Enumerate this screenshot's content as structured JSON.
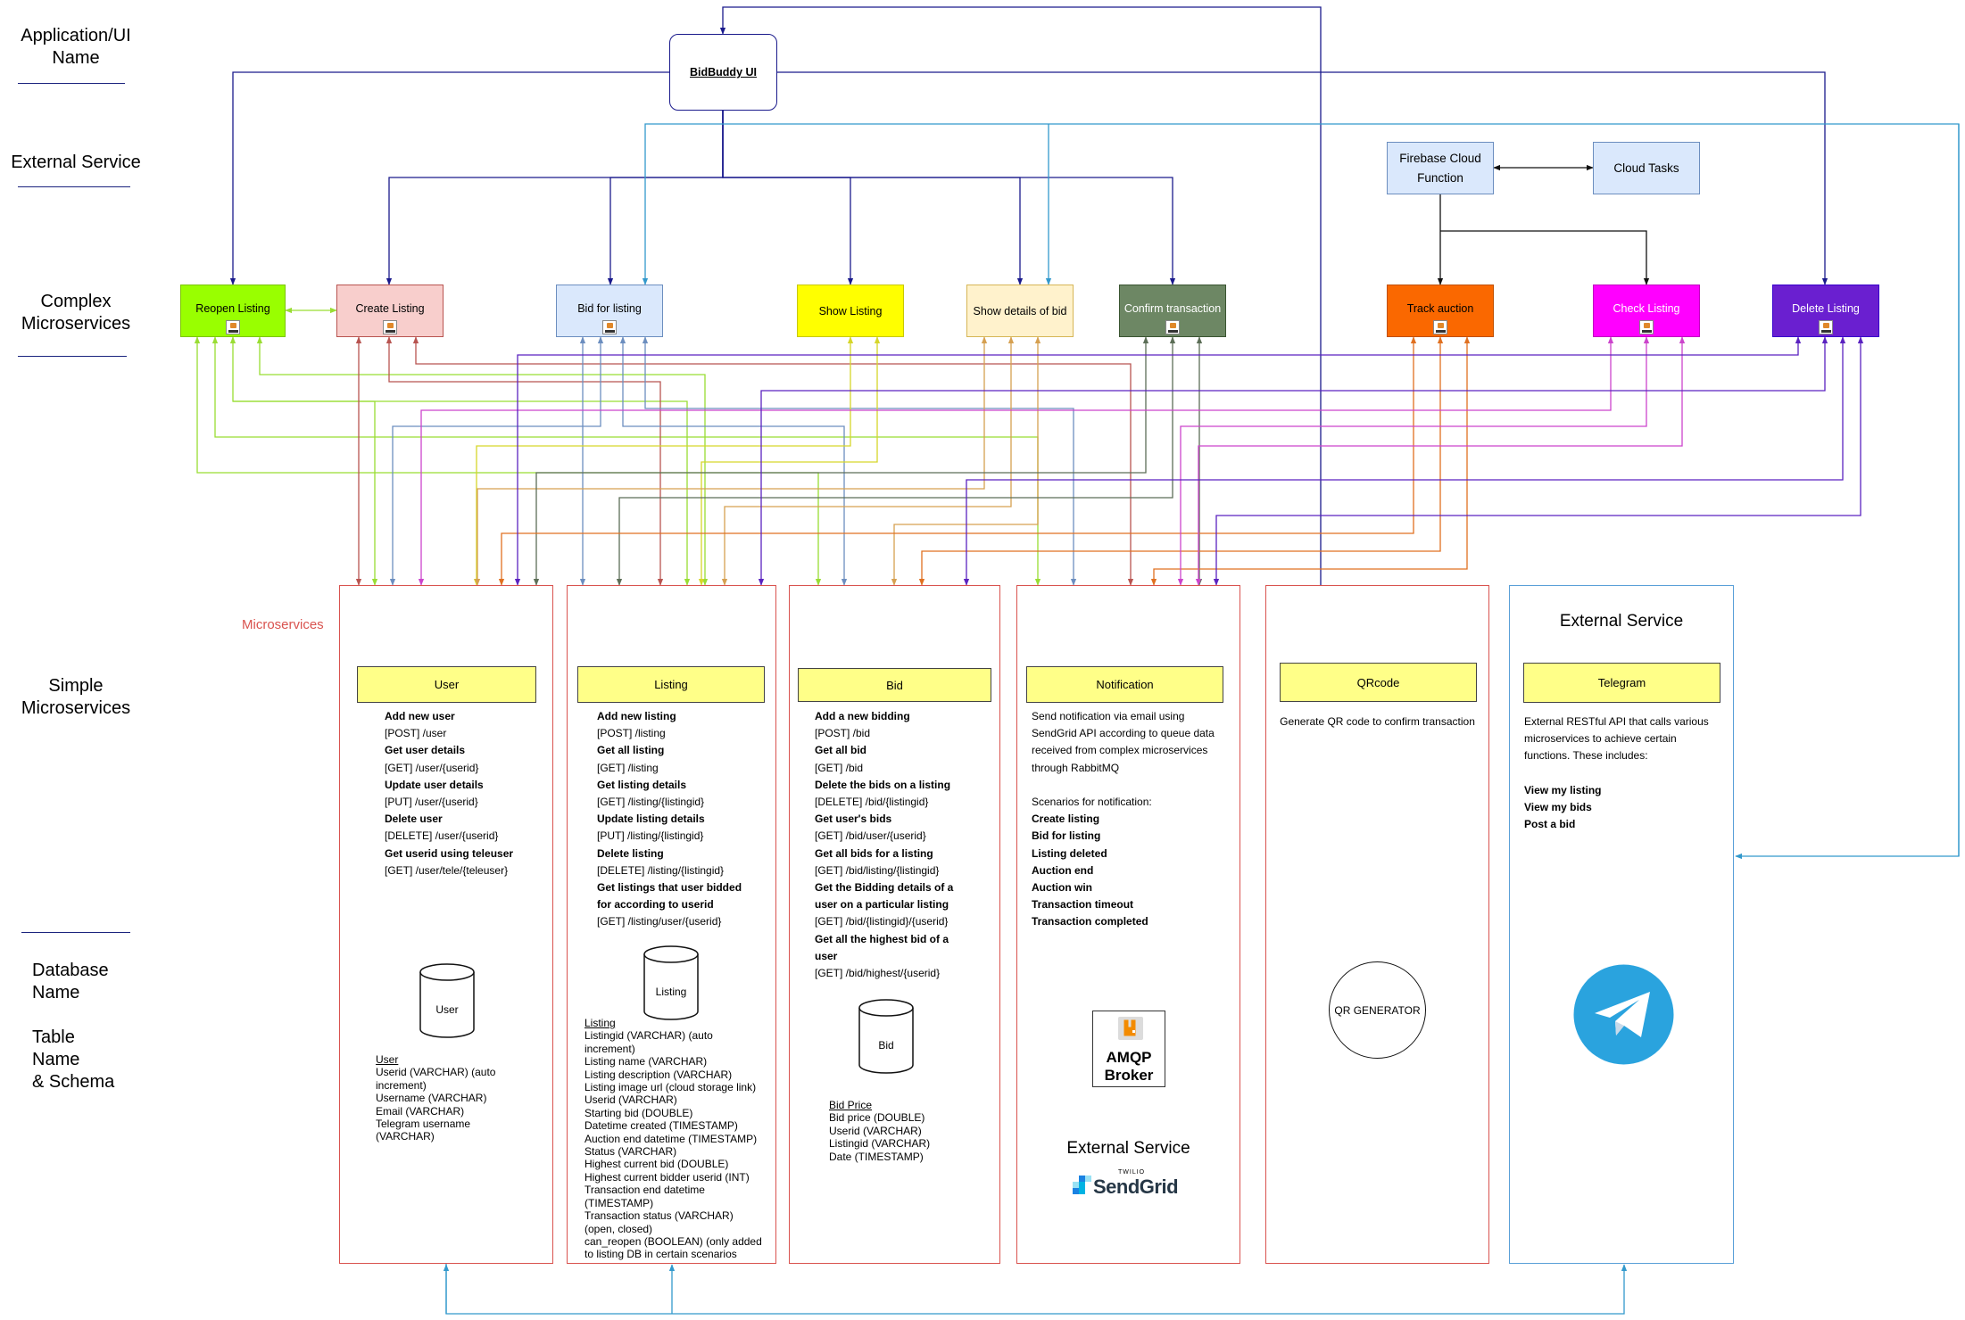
{
  "side_labels": {
    "app": "Application/UI\nName",
    "external": "External Service",
    "complex": "Complex\nMicroservices",
    "simple": "Simple\nMicroservices",
    "database": "Database\nName\n\nTable\nName\n& Schema"
  },
  "ui": {
    "name": "BidBuddy UI"
  },
  "external_services": {
    "firebase": "Firebase Cloud Function",
    "cloud_tasks": "Cloud Tasks"
  },
  "complex_microservices": [
    {
      "name": "Reopen Listing",
      "color": "#99ff00"
    },
    {
      "name": "Create Listing",
      "color": "#f8cecc"
    },
    {
      "name": "Bid for listing",
      "color": "#dae8fc"
    },
    {
      "name": "Show Listing",
      "color": "#ffff00"
    },
    {
      "name": "Show details of bid",
      "color": "#fff2cc"
    },
    {
      "name": "Confirm transaction",
      "color": "#6d8764"
    },
    {
      "name": "Track auction",
      "color": "#fa6800"
    },
    {
      "name": "Check Listing",
      "color": "#ff00ff"
    },
    {
      "name": "Delete Listing",
      "color": "#6a1fd0"
    }
  ],
  "microservices_label": "Microservices",
  "simple_microservices": {
    "user": {
      "title": "User",
      "endpoints": [
        {
          "text": "Add new user",
          "bold": true
        },
        {
          "text": "[POST] /user",
          "bold": false
        },
        {
          "text": "Get user details",
          "bold": true
        },
        {
          "text": "[GET] /user/{userid}",
          "bold": false
        },
        {
          "text": "Update user details",
          "bold": true
        },
        {
          "text": "[PUT] /user/{userid}",
          "bold": false
        },
        {
          "text": "Delete user",
          "bold": true
        },
        {
          "text": "[DELETE] /user/{userid}",
          "bold": false
        },
        {
          "text": "Get userid using teleuser",
          "bold": true
        },
        {
          "text": "[GET] /user/tele/{teleuser}",
          "bold": false
        }
      ],
      "db": "User",
      "table": "User",
      "schema": [
        "Userid (VARCHAR) (auto",
        "increment)",
        "Username (VARCHAR)",
        "Email (VARCHAR)",
        "Telegram username",
        "(VARCHAR)"
      ]
    },
    "listing": {
      "title": "Listing",
      "endpoints": [
        {
          "text": "Add new listing",
          "bold": true
        },
        {
          "text": "[POST] /listing",
          "bold": false
        },
        {
          "text": "Get all listing",
          "bold": true
        },
        {
          "text": "[GET] /listing",
          "bold": false
        },
        {
          "text": "Get listing details",
          "bold": true
        },
        {
          "text": "[GET] /listing/{listingid}",
          "bold": false
        },
        {
          "text": "Update listing details",
          "bold": true
        },
        {
          "text": "[PUT] /listing/{listingid}",
          "bold": false
        },
        {
          "text": "Delete listing",
          "bold": true
        },
        {
          "text": "[DELETE] /listing/{listingid}",
          "bold": false
        },
        {
          "text": "Get listings that user bidded",
          "bold": true
        },
        {
          "text": "for according to userid",
          "bold": true
        },
        {
          "text": "[GET] /listing/user/{userid}",
          "bold": false
        }
      ],
      "db": "Listing",
      "table": "Listing",
      "schema": [
        "Listingid (VARCHAR) (auto",
        "increment)",
        "Listing name (VARCHAR)",
        "Listing description (VARCHAR)",
        "Listing image url (cloud storage link)",
        "Userid (VARCHAR)",
        "Starting bid (DOUBLE)",
        "Datetime created (TIMESTAMP)",
        "Auction end datetime (TIMESTAMP)",
        "Status (VARCHAR)",
        "Highest current bid (DOUBLE)",
        "Highest current bidder userid (INT)",
        "Transaction end datetime",
        "(TIMESTAMP)",
        "Transaction status (VARCHAR)",
        "(open, closed)",
        "can_reopen (BOOLEAN) (only added",
        "to listing DB in certain scenarios"
      ]
    },
    "bid": {
      "title": "Bid",
      "endpoints": [
        {
          "text": "Add a new bidding",
          "bold": true
        },
        {
          "text": "[POST] /bid",
          "bold": false
        },
        {
          "text": "Get all bid",
          "bold": true
        },
        {
          "text": "[GET] /bid",
          "bold": false
        },
        {
          "text": "Delete the bids on a listing",
          "bold": true
        },
        {
          "text": "[DELETE] /bid/{listingid}",
          "bold": false
        },
        {
          "text": "Get user's bids",
          "bold": true
        },
        {
          "text": "[GET] /bid/user/{userid}",
          "bold": false
        },
        {
          "text": "Get all bids for a listing",
          "bold": true
        },
        {
          "text": "[GET] /bid/listing/{listingid}",
          "bold": false
        },
        {
          "text": "Get the Bidding details of a",
          "bold": true
        },
        {
          "text": "user on a particular listing",
          "bold": true
        },
        {
          "text": "[GET] /bid/{listingid}/{userid}",
          "bold": false
        },
        {
          "text": "Get all the highest bid of a",
          "bold": true
        },
        {
          "text": "user",
          "bold": true
        },
        {
          "text": "[GET] /bid/highest/{userid}",
          "bold": false
        }
      ],
      "db": "Bid",
      "table": "Bid Price",
      "schema": [
        "Bid price (DOUBLE)",
        "Userid (VARCHAR)",
        "Listingid (VARCHAR)",
        "Date (TIMESTAMP)"
      ]
    },
    "notification": {
      "title": "Notification",
      "lines": [
        {
          "text": "Send notification via email using",
          "bold": false
        },
        {
          "text": "SendGrid API according to queue data",
          "bold": false
        },
        {
          "text": "received from complex microservices",
          "bold": false
        },
        {
          "text": "through RabbitMQ",
          "bold": false
        },
        {
          "text": "",
          "bold": false
        },
        {
          "text": "Scenarios for notification:",
          "bold": false
        },
        {
          "text": "Create listing",
          "bold": true
        },
        {
          "text": "Bid for listing",
          "bold": true
        },
        {
          "text": "Listing deleted",
          "bold": true
        },
        {
          "text": "Auction end",
          "bold": true
        },
        {
          "text": "Auction win",
          "bold": true
        },
        {
          "text": "Transaction timeout",
          "bold": true
        },
        {
          "text": "Transaction completed",
          "bold": true
        }
      ],
      "broker_line1": "AMQP",
      "broker_line2": "Broker",
      "external_label": "External Service",
      "sendgrid_small": "TWILIO",
      "sendgrid": "SendGrid"
    },
    "qrcode": {
      "title": "QRcode",
      "desc": "Generate QR code to confirm transaction",
      "generator": "QR GENERATOR"
    },
    "telegram": {
      "header": "External Service",
      "title": "Telegram",
      "lines": [
        {
          "text": "External RESTful API that calls various",
          "bold": false
        },
        {
          "text": "microservices to achieve certain",
          "bold": false
        },
        {
          "text": "functions. These includes:",
          "bold": false
        },
        {
          "text": "",
          "bold": false
        },
        {
          "text": "View my listing",
          "bold": true
        },
        {
          "text": "View my bids",
          "bold": true
        },
        {
          "text": "Post a bid",
          "bold": true
        }
      ]
    }
  },
  "colors": {
    "navy": "#1a1a8c",
    "cyan": "#3399cc",
    "ms_border": "#d9534f",
    "label_red": "#d9534f"
  }
}
